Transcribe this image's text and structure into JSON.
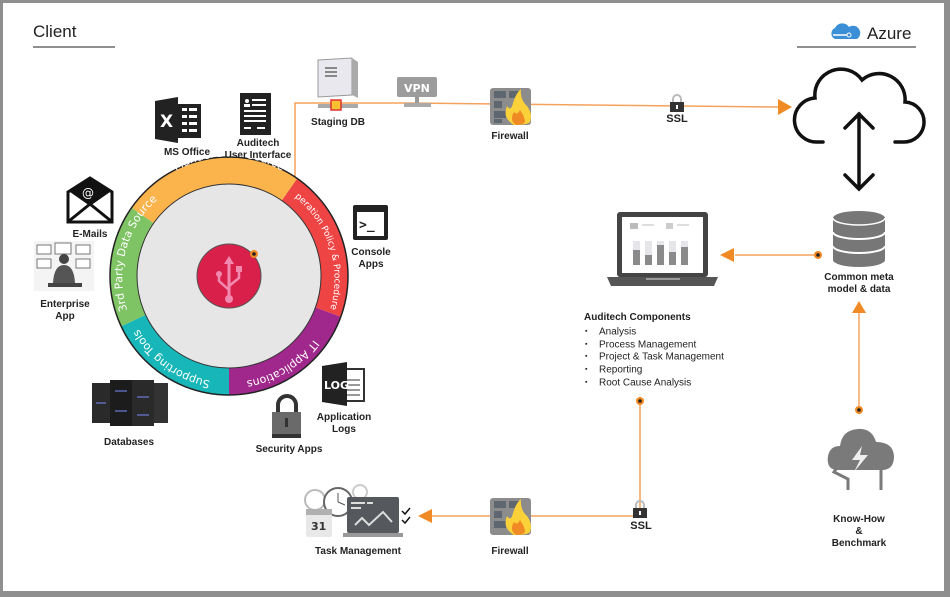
{
  "sections": {
    "client": "Client",
    "azure": "Azure"
  },
  "ring": {
    "segments": [
      {
        "label": "Manuel Data Source",
        "color": "#fbb34c"
      },
      {
        "label": "Operation Policy & Procedures",
        "color": "#ef4444"
      },
      {
        "label": "IT Applications",
        "color": "#a0288c"
      },
      {
        "label": "Supporting Tools",
        "color": "#17b6b9"
      },
      {
        "label": "3rd Party Data Source",
        "color": "#7ec364"
      }
    ],
    "center_icon": "usb-icon",
    "center_color": "#d9204a",
    "inner_color": "#e6e6e6"
  },
  "client_items": {
    "ms_office": "MS Office",
    "auditech_ui_1": "Auditech",
    "auditech_ui_2": "User Interface",
    "emails": "E-Mails",
    "enterprise_1": "Enterprise",
    "enterprise_2": "App",
    "console_1": "Console",
    "console_2": "Apps",
    "app_logs_1": "Application",
    "app_logs_2": "Logs",
    "app_logs_icon_text": "LOG",
    "security": "Security Apps",
    "databases": "Databases"
  },
  "pipeline_top": {
    "staging_db": "Staging DB",
    "vpn": "VPN",
    "firewall": "Firewall",
    "ssl": "SSL"
  },
  "azure_side": {
    "common_1": "Common meta",
    "common_2": "model & data",
    "knowhow_1": "Know-How",
    "knowhow_2": "&",
    "knowhow_3": "Benchmark"
  },
  "components": {
    "title": "Auditech Components",
    "items": [
      "Analysis",
      "Process Management",
      "Project & Task Management",
      "Reporting",
      "Root Cause Analysis"
    ]
  },
  "pipeline_bottom": {
    "ssl": "SSL",
    "firewall": "Firewall",
    "task_mgmt": "Task Management",
    "calendar_day": "31"
  },
  "colors": {
    "connector": "#f5a25d",
    "arrow": "#f08a24",
    "frame": "#8f8f8f",
    "azure_blue": "#3a8fd6"
  }
}
